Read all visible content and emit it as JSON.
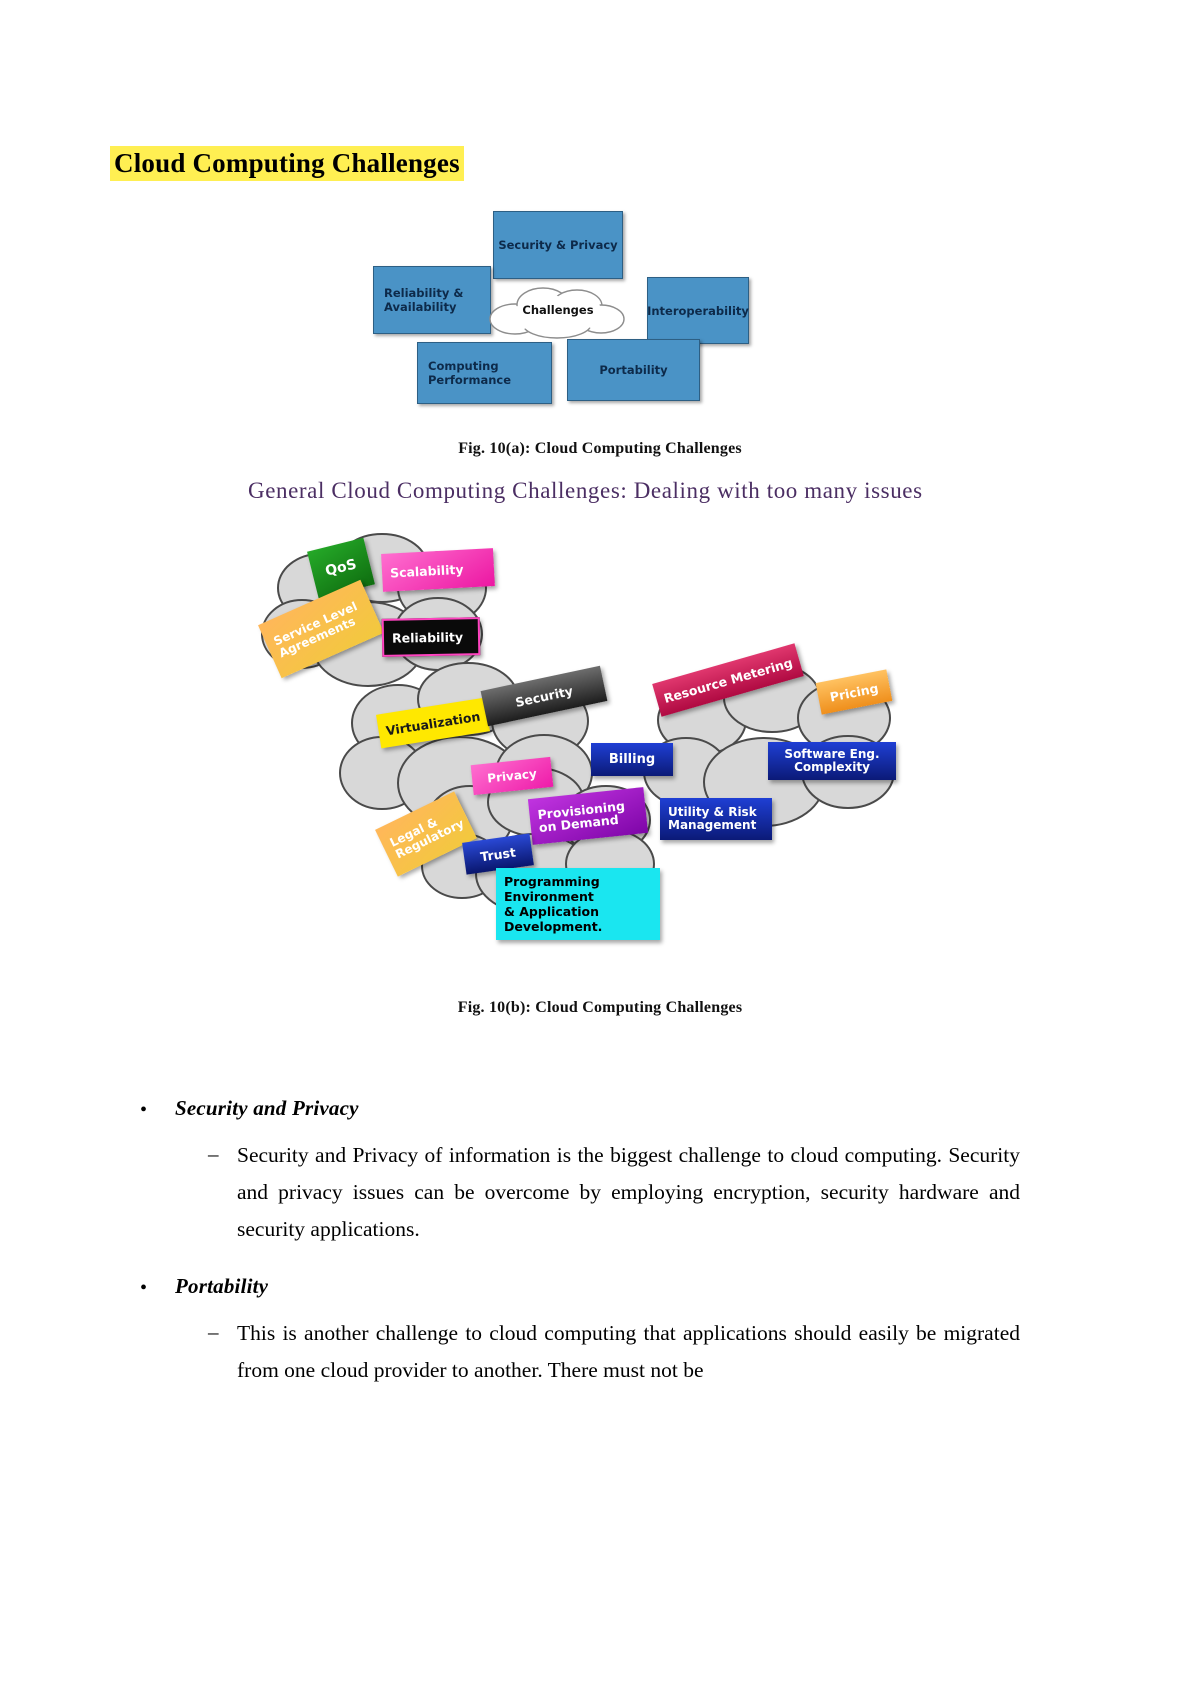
{
  "document": {
    "title": "Cloud Computing Challenges"
  },
  "figure_a": {
    "caption": "Fig. 10(a): Cloud Computing Challenges",
    "center_label": "Challenges",
    "boxes": [
      {
        "label": "Security &  Privacy",
        "color": "#4a93c6"
      },
      {
        "label": "Reliability &\nAvailability",
        "color": "#4a93c6"
      },
      {
        "label": "Interoperability",
        "color": "#4a93c6"
      },
      {
        "label": "Computing\nPerformance",
        "color": "#4a93c6"
      },
      {
        "label": "Portability",
        "color": "#4a93c6"
      }
    ]
  },
  "figure_b": {
    "title": "General  Cloud  Computing  Challenges:  Dealing  with too many  issues",
    "caption": "Fig. 10(b): Cloud Computing Challenges",
    "tags": [
      {
        "label": "QoS",
        "color": "#1a8a1a"
      },
      {
        "label": "Scalability",
        "color": "#ff39b0"
      },
      {
        "label": "Service Level\nAgreements",
        "color": "#f79a3c"
      },
      {
        "label": "Reliability",
        "color": "#000000"
      },
      {
        "label": "Virtualization",
        "color": "#ffe800"
      },
      {
        "label": "Security",
        "color": "#3a3a3a"
      },
      {
        "label": "Privacy",
        "color": "#f53bb4"
      },
      {
        "label": "Billing",
        "color": "#12299e"
      },
      {
        "label": "Resource Metering",
        "color": "#c9134f"
      },
      {
        "label": "Pricing",
        "color": "#f2a03a"
      },
      {
        "label": "Software Eng.\nComplexity",
        "color": "#12299e"
      },
      {
        "label": "Provisioning\non Demand",
        "color": "#9c16c4"
      },
      {
        "label": "Utility & Risk\nManagement",
        "color": "#12299e"
      },
      {
        "label": "Legal &\nRegulatory",
        "color": "#f79a3c"
      },
      {
        "label": "Trust",
        "color": "#10219b"
      },
      {
        "label": "Programming\nEnvironment\n& Application\nDevelopment.",
        "color": "#1ae6f0"
      }
    ]
  },
  "content": {
    "bullets": [
      {
        "heading": "Security and Privacy",
        "dash": "–",
        "body": "Security and Privacy of information is the biggest challenge to cloud computing. Security and privacy issues can be overcome by employing encryption, security hardware and security applications."
      },
      {
        "heading": "Portability",
        "dash": "–",
        "body": "This is another challenge to cloud computing that applications should easily be migrated from one cloud provider to another. There must not be"
      }
    ],
    "bullet_marker": "•"
  },
  "colors": {
    "highlight": "#ffef52",
    "fig_a_box": "#4a93c6",
    "fig_b_title": "#4b2e63"
  }
}
